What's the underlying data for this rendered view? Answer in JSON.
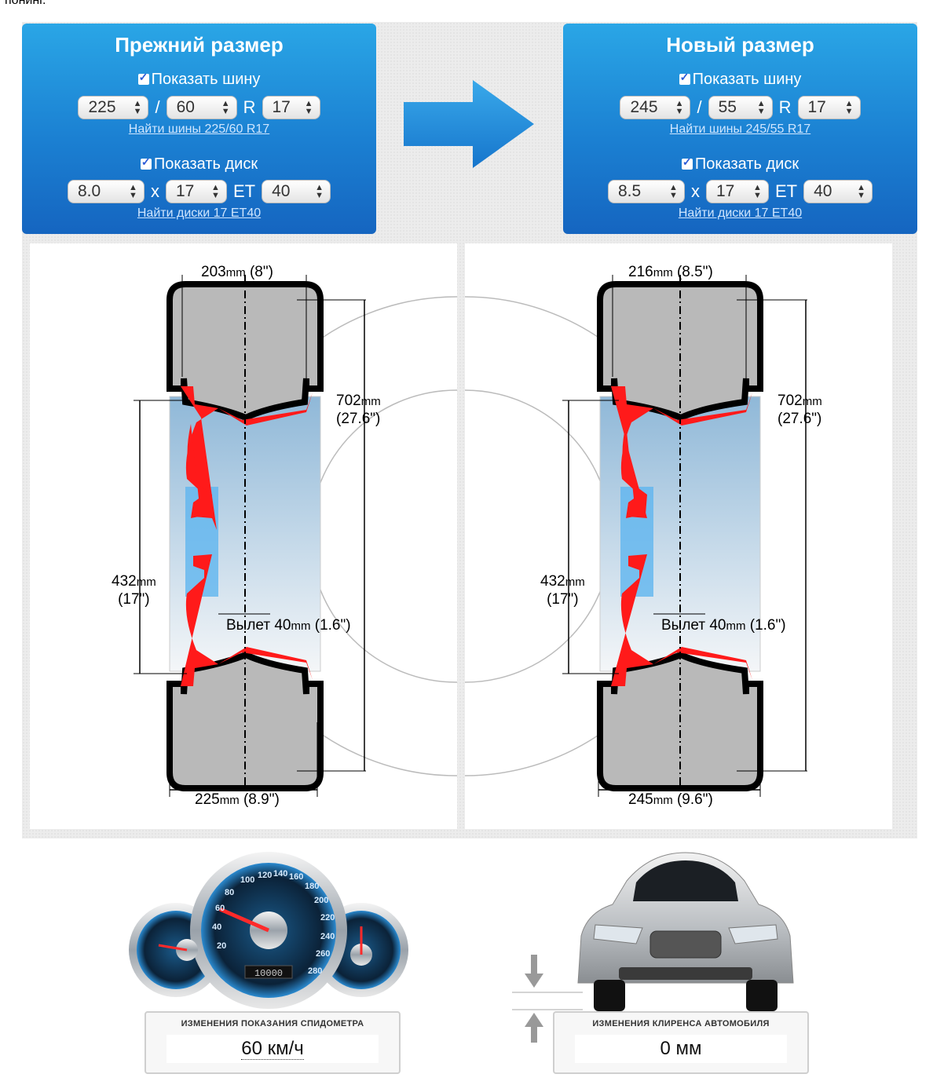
{
  "header_cut_text": "понинг.",
  "old_size": {
    "title": "Прежний размер",
    "show_tyre_label": "Показать шину",
    "tyre_width": "225",
    "tyre_sep1": "/",
    "tyre_profile": "60",
    "tyre_sep2": "R",
    "tyre_rim": "17",
    "tyre_link": "Найти шины 225/60 R17",
    "show_disk_label": "Показать диск",
    "disk_width": "8.0",
    "disk_sep1": "x",
    "disk_dia": "17",
    "disk_sep2": "ET",
    "disk_et": "40",
    "disk_link": "Найти диски 17 ET40"
  },
  "new_size": {
    "title": "Новый размер",
    "show_tyre_label": "Показать шину",
    "tyre_width": "245",
    "tyre_sep1": "/",
    "tyre_profile": "55",
    "tyre_sep2": "R",
    "tyre_rim": "17",
    "tyre_link": "Найти шины 245/55 R17",
    "show_disk_label": "Показать диск",
    "disk_width": "8.5",
    "disk_sep1": "x",
    "disk_dia": "17",
    "disk_sep2": "ET",
    "disk_et": "40",
    "disk_link": "Найти диски 17 ET40"
  },
  "diagram_old": {
    "rim_width": "203",
    "rim_width_in": "(8\")",
    "tyre_height": "702",
    "tyre_height_in": "(27.6\")",
    "rim_dia": "432",
    "rim_dia_in": "(17\")",
    "offset_label": "Вылет 40",
    "offset_in": "(1.6\")",
    "tyre_width": "225",
    "tyre_width_in": "(8.9\")"
  },
  "diagram_new": {
    "rim_width": "216",
    "rim_width_in": "(8.5\")",
    "tyre_height": "702",
    "tyre_height_in": "(27.6\")",
    "rim_dia": "432",
    "rim_dia_in": "(17\")",
    "offset_label": "Вылет 40",
    "offset_in": "(1.6\")",
    "tyre_width": "245",
    "tyre_width_in": "(9.6\")"
  },
  "units": {
    "mm": "mm"
  },
  "speedometer": {
    "caption": "ИЗМЕНЕНИЯ ПОКАЗАНИЯ СПИДОМЕТРА",
    "value": "60 км/ч",
    "odometer": "10000",
    "ticks": [
      "120",
      "140",
      "160",
      "180",
      "200",
      "220",
      "240",
      "260",
      "280",
      "100",
      "80",
      "60",
      "40",
      "20"
    ]
  },
  "clearance": {
    "caption": "ИЗМЕНЕНИЯ КЛИРЕНСА АВТОМОБИЛЯ",
    "value": "0 мм"
  },
  "colors": {
    "panel_top": "#2aa6e6",
    "panel_bottom": "#1565c0",
    "rim_red": "#ff1a1a",
    "arrow_blue": "#1f8fd8"
  }
}
